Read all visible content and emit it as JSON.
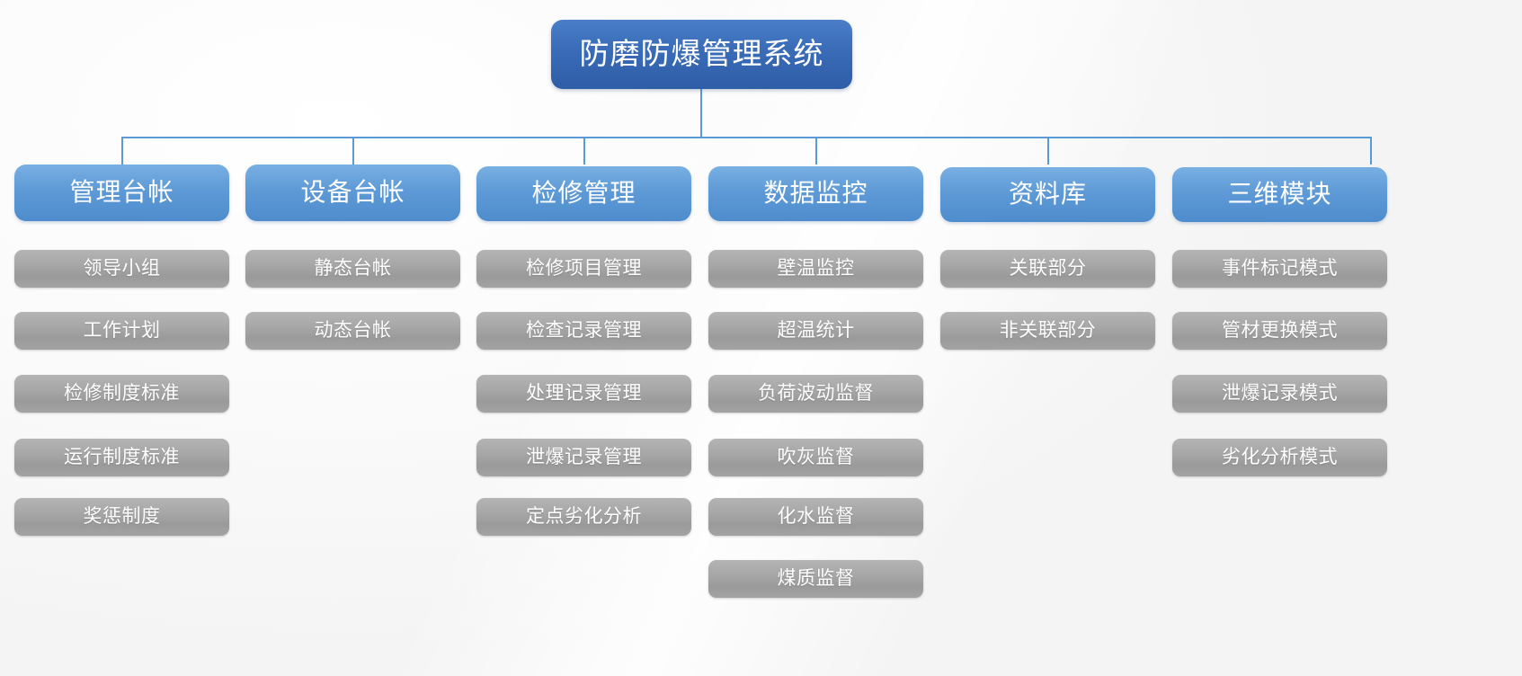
{
  "diagram": {
    "title": "防磨防爆管理系统",
    "root": {
      "label": "防磨防爆管理系统"
    },
    "colors": {
      "root_fill": "#3a6cb8",
      "level2_fill": "#5e9ad6",
      "level3_fill": "#a7a7a7",
      "connector": "#5b9bd5",
      "text": "#ffffff",
      "background": "#f7f7f7"
    },
    "columns": [
      {
        "header": "管理台帐",
        "children": [
          "领导小组",
          "工作计划",
          "检修制度标准",
          "运行制度标准",
          "奖惩制度"
        ]
      },
      {
        "header": "设备台帐",
        "children": [
          "静态台帐",
          "动态台帐"
        ]
      },
      {
        "header": "检修管理",
        "children": [
          "检修项目管理",
          "检查记录管理",
          "处理记录管理",
          "泄爆记录管理",
          "定点劣化分析"
        ]
      },
      {
        "header": "数据监控",
        "children": [
          "壁温监控",
          "超温统计",
          "负荷波动监督",
          "吹灰监督",
          "化水监督",
          "煤质监督"
        ]
      },
      {
        "header": "资料库",
        "children": [
          "关联部分",
          "非关联部分"
        ]
      },
      {
        "header": "三维模块",
        "children": [
          "事件标记模式",
          "管材更换模式",
          "泄爆记录模式",
          "劣化分析模式"
        ]
      }
    ]
  }
}
